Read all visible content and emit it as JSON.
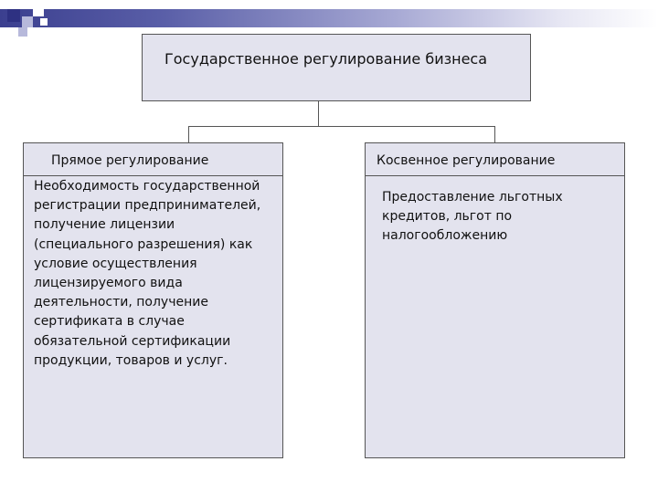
{
  "diagram": {
    "title": "Государственное регулирование бизнеса",
    "branches": [
      {
        "heading": "Прямое регулирование",
        "text": "Необходимость государственной регистрации предпринимателей, получение лицензии (специального разрешения) как условие осуществления лицензируемого вида деятельности, получение сертификата в случае обязательной сертификации продукции, товаров и услуг."
      },
      {
        "heading": "Косвенное регулирование",
        "text": "Предоставление льготных кредитов, льгот по налогообложению"
      }
    ]
  }
}
